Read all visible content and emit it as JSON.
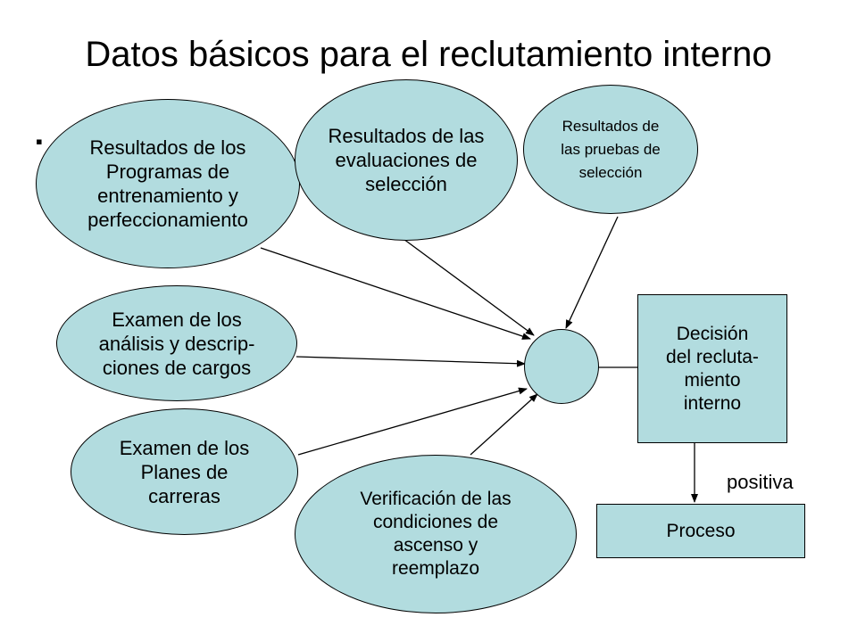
{
  "title": "Datos básicos para el reclutamiento interno",
  "bullet": "▪",
  "nodes": {
    "programas": "Resultados de los\nProgramas de\nentrenamiento y\nperfeccionamiento",
    "evaluaciones": "Resultados de las\nevaluaciones de\nselección",
    "pruebas": "Resultados de\nlas pruebas de\nselección",
    "analisis": "Examen de los\nanálisis y descrip-\nciones de cargos",
    "planes": "Examen de los\nPlanes de\ncarreras",
    "verificacion": "Verificación de las\ncondiciones de\nascenso y\nreemplazo",
    "center": "",
    "decision": "Decisión\ndel recluta-\nmiento\ninterno",
    "proceso": "Proceso"
  },
  "edge_labels": {
    "positiva": "positiva"
  },
  "colors": {
    "node_fill": "#b2dcdf",
    "stroke": "#000000"
  }
}
